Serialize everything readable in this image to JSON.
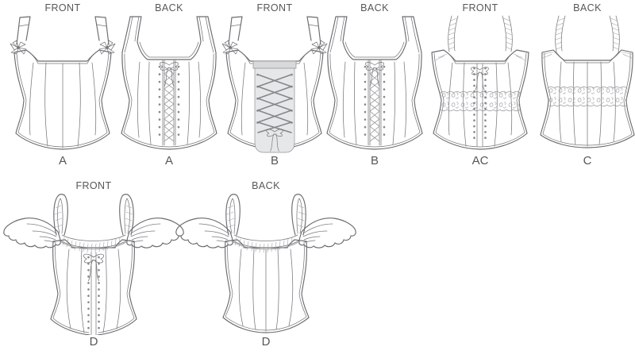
{
  "page": {
    "background": "#ffffff"
  },
  "style": {
    "line_color": "#6b6c6f",
    "light_line_color": "#a0a1a4",
    "text_color": "#565759",
    "shade_fill": "#e6e7e9"
  },
  "rows": [
    {
      "views": [
        {
          "view_label": "FRONT",
          "letter": "A",
          "drawing": "corset-a-front-line-art"
        },
        {
          "view_label": "BACK",
          "letter": "A",
          "drawing": "corset-a-back-line-art"
        },
        {
          "view_label": "FRONT",
          "letter": "B",
          "drawing": "corset-b-front-line-art"
        },
        {
          "view_label": "BACK",
          "letter": "B",
          "drawing": "corset-b-back-line-art"
        },
        {
          "view_label": "FRONT",
          "letter": "AC",
          "drawing": "corset-ac-front-line-art"
        },
        {
          "view_label": "BACK",
          "letter": "C",
          "drawing": "corset-c-back-line-art"
        }
      ]
    },
    {
      "views": [
        {
          "view_label": "FRONT",
          "letter": "D",
          "drawing": "corset-d-front-line-art"
        },
        {
          "view_label": "BACK",
          "letter": "D",
          "drawing": "corset-d-back-line-art"
        }
      ]
    }
  ]
}
